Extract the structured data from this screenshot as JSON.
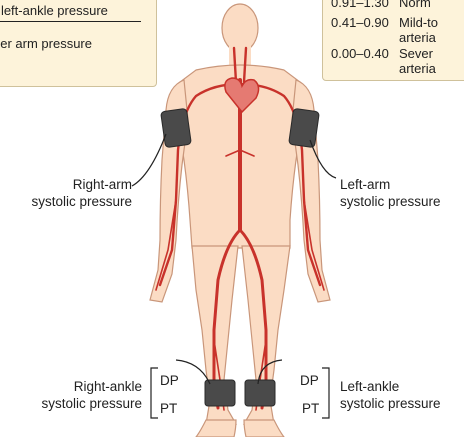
{
  "formula": {
    "line1": "r left-ankle pressure",
    "line2": "her arm pressure"
  },
  "abi_table": {
    "rows": [
      {
        "range": "0.91–1.30",
        "desc1": "Norm",
        "desc2": ""
      },
      {
        "range": "0.41–0.90",
        "desc1": "Mild-to",
        "desc2": "arteria"
      },
      {
        "range": "0.00–0.40",
        "desc1": "Sever",
        "desc2": "arteria"
      }
    ]
  },
  "labels": {
    "right_arm": [
      "Right-arm",
      "systolic pressure"
    ],
    "left_arm": [
      "Left-arm",
      "systolic pressure"
    ],
    "right_ankle": [
      "Right-ankle",
      "systolic pressure"
    ],
    "left_ankle": [
      "Left-ankle",
      "systolic pressure"
    ]
  },
  "pulse_sites": {
    "right": [
      "DP",
      "PT"
    ],
    "left": [
      "DP",
      "PT"
    ]
  },
  "colors": {
    "skin": "#fbdcc4",
    "skin_outline": "#c9967a",
    "artery": "#c8322b",
    "cuff": "#4a4a4a",
    "box_fill": "#fdf3da"
  }
}
